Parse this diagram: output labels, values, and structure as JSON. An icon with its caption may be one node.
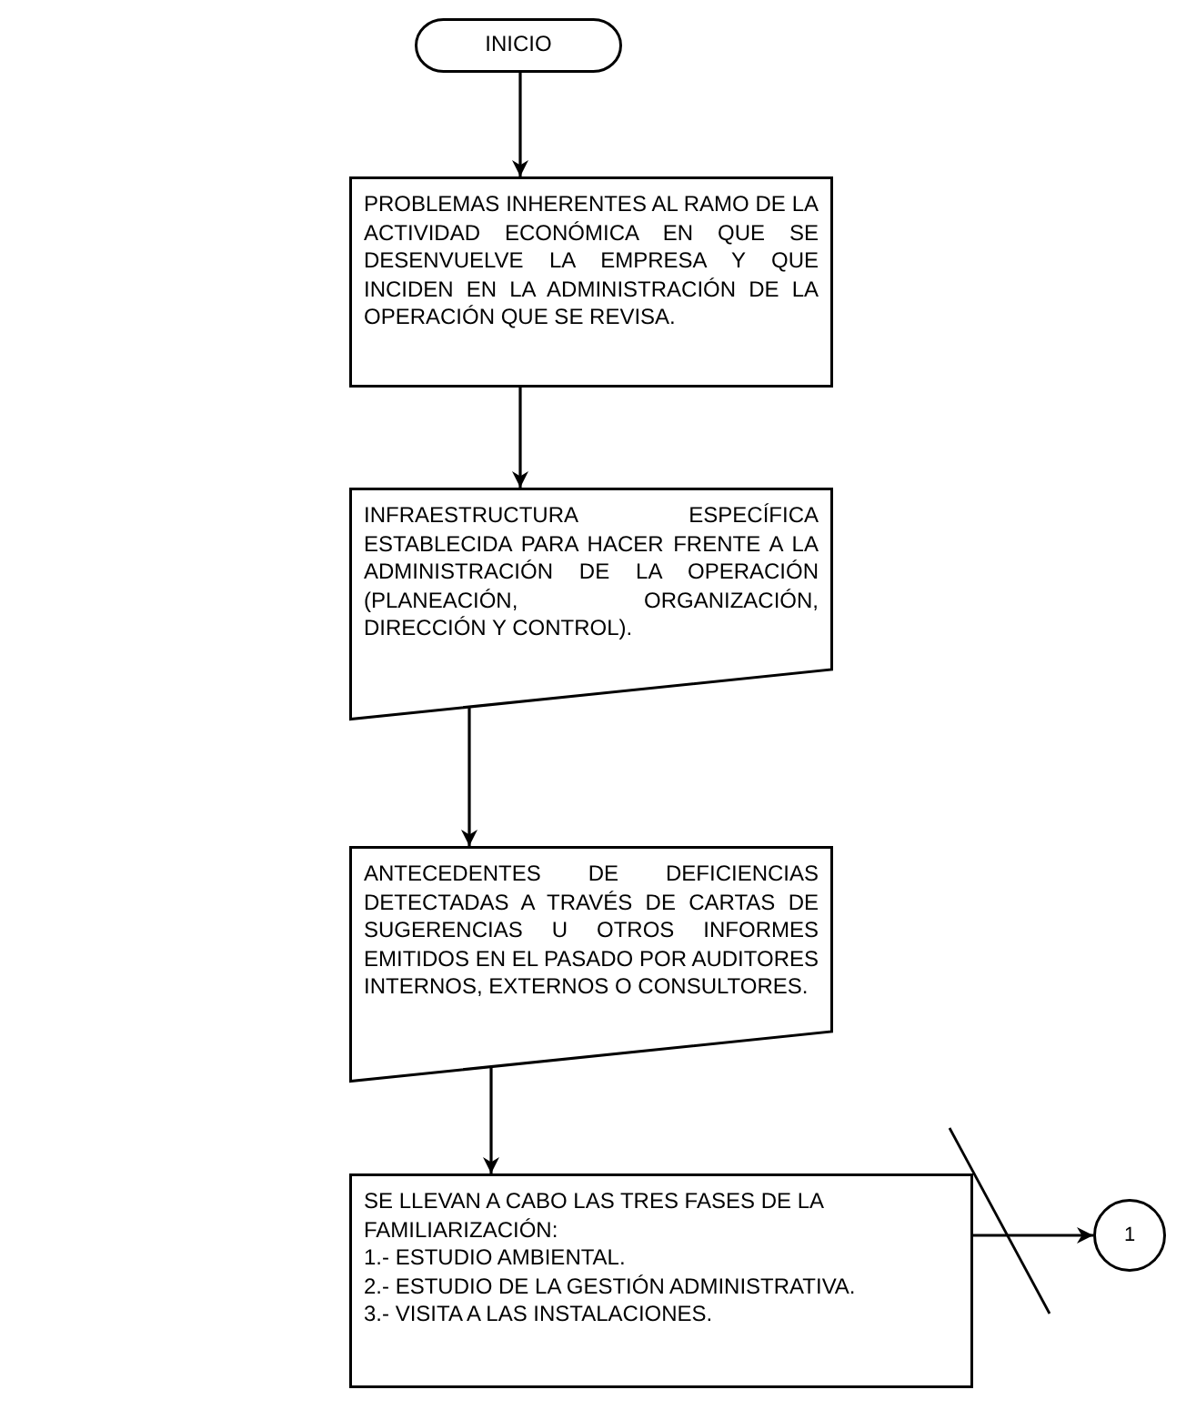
{
  "diagram": {
    "nodes": [
      {
        "text": [
          "INICIO"
        ]
      },
      {
        "text": [
          "PROBLEMAS INHERENTES  AL RAMO DE LA ACTIVIDAD ECONÓMICA EN QUE SE DESENVUELVE LA EMPRESA Y QUE INCIDEN EN LA ADMINISTRACIÓN DE LA OPERACIÓN QUE SE REVISA."
        ]
      },
      {
        "text": [
          "INFRAESTRUCTURA ESPECÍFICA ESTABLECIDA PARA HACER FRENTE A LA ADMINISTRACIÓN DE LA OPERACIÓN (PLANEACIÓN, ORGANIZACIÓN, DIRECCIÓN Y CONTROL)."
        ]
      },
      {
        "text": [
          "ANTECEDENTES DE DEFICIENCIAS DETECTADAS A TRAVÉS  DE CARTAS DE SUGERENCIAS U OTROS INFORMES EMITIDOS EN EL PASADO POR AUDITORES INTERNOS, EXTERNOS O CONSULTORES."
        ]
      },
      {
        "text": [
          "SE LLEVAN A CABO LAS TRES FASES DE LA FAMILIARIZACIÓN:",
          "1.- ESTUDIO AMBIENTAL.",
          "2.- ESTUDIO DE LA GESTIÓN ADMINISTRATIVA.",
          "3.- VISITA  A LAS INSTALACIONES."
        ]
      },
      {
        "text": [
          "1"
        ]
      }
    ],
    "edges": [
      {
        "from": 0,
        "to": 1,
        "arrow": "to"
      },
      {
        "from": 1,
        "to": 2,
        "arrow": "to"
      },
      {
        "from": 2,
        "to": 3,
        "arrow": "to"
      },
      {
        "from": 3,
        "to": 4,
        "arrow": "to"
      },
      {
        "from": 4,
        "to": 5,
        "arrow": "to"
      }
    ]
  }
}
